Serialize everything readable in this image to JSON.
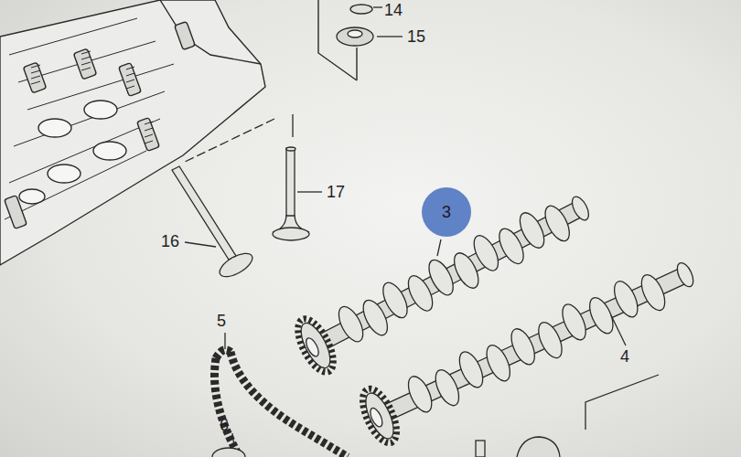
{
  "diagram": {
    "nodes": [
      {
        "text": [
          "3"
        ]
      }
    ],
    "labels": [
      "14",
      "15",
      "17",
      "16",
      "5",
      "4",
      "6"
    ]
  }
}
